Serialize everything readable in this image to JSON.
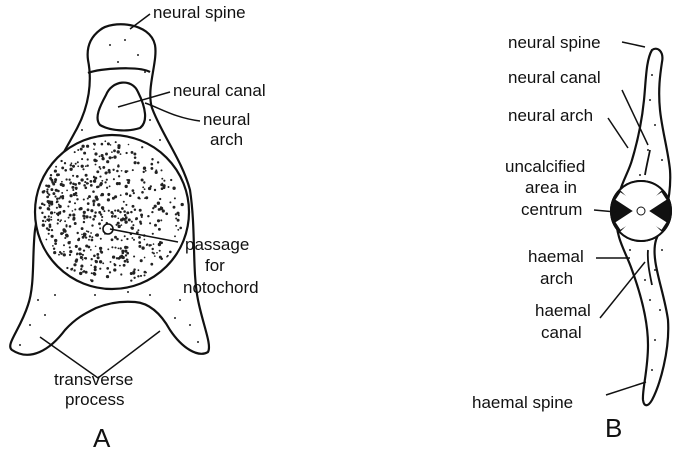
{
  "colors": {
    "ink": "#111111",
    "background": "#ffffff"
  },
  "figure_a": {
    "panel_label": "A",
    "labels": {
      "neural_spine": "neural spine",
      "neural_canal": "neural canal",
      "neural_arch": [
        "neural",
        "arch"
      ],
      "passage": [
        "passage",
        "for",
        "notochord"
      ],
      "transverse_process": [
        "transverse",
        "process"
      ]
    }
  },
  "figure_b": {
    "panel_label": "B",
    "labels": {
      "neural_spine": "neural spine",
      "neural_canal": "neural canal",
      "neural_arch": "neural arch",
      "uncalcified": [
        "uncalcified",
        "area in",
        "centrum"
      ],
      "haemal_arch": [
        "haemal",
        "arch"
      ],
      "haemal_canal": [
        "haemal",
        "canal"
      ],
      "haemal_spine": "haemal spine"
    }
  }
}
